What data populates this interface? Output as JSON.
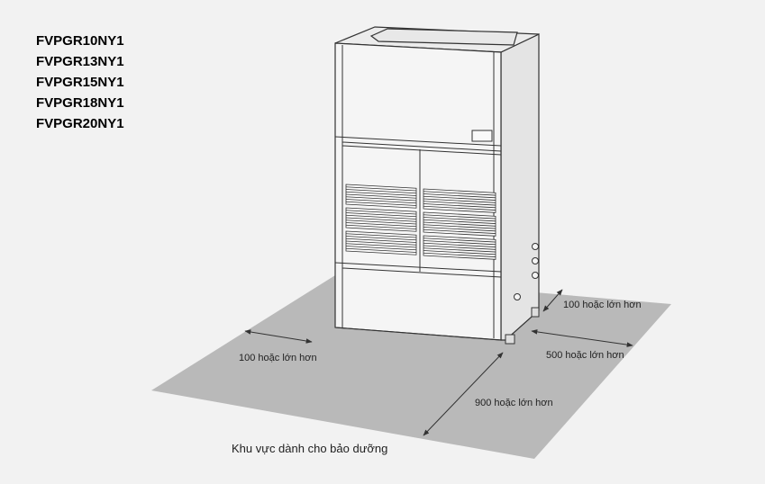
{
  "models": [
    "FVPGR10NY1",
    "FVPGR13NY1",
    "FVPGR15NY1",
    "FVPGR18NY1",
    "FVPGR20NY1"
  ],
  "clearances": {
    "left": "100 hoặc lớn hơn",
    "rear": "100 hoặc lớn hơn",
    "right": "500 hoặc lớn hơn",
    "front": "900 hoặc lớn hơn"
  },
  "area_caption": "Khu vực dành cho bảo dưỡng",
  "colors": {
    "background": "#f2f2f2",
    "floor": "#b9b9b9",
    "unit_face": "#f5f5f5",
    "outline": "#333333"
  }
}
